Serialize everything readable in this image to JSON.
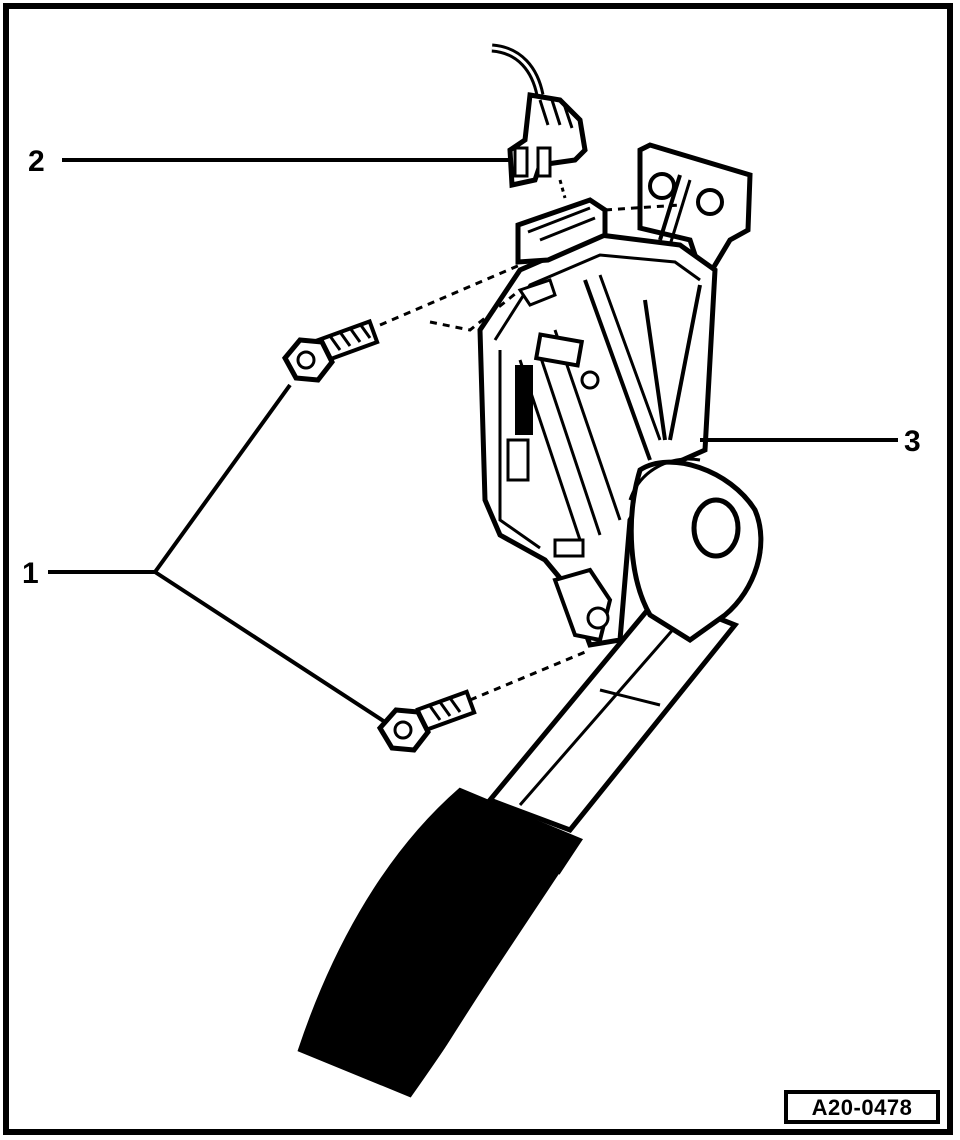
{
  "callouts": [
    {
      "id": "1",
      "label": "1"
    },
    {
      "id": "2",
      "label": "2"
    },
    {
      "id": "3",
      "label": "3"
    }
  ],
  "figure_reference": "A20-0478",
  "colors": {
    "ink": "#000000",
    "paper": "#ffffff"
  }
}
